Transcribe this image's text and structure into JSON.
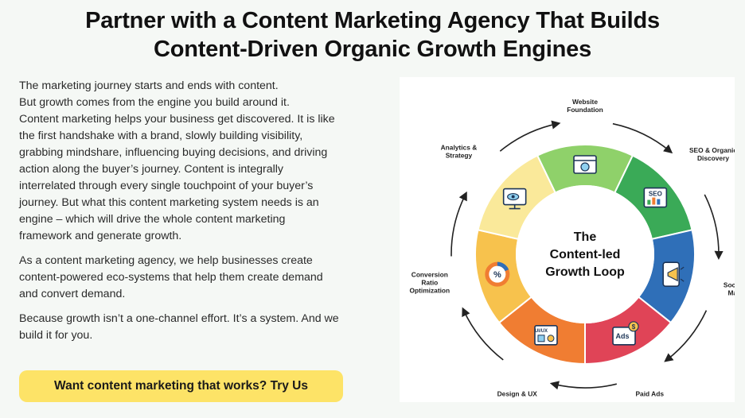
{
  "headline": {
    "line1": "Partner with a Content Marketing Agency That Builds",
    "line2": "Content-Driven Organic Growth Engines"
  },
  "intro": {
    "p1_lines": [
      "The marketing journey starts and ends with content.",
      "But growth comes from the engine you build around it.",
      "Content marketing helps your business get discovered. It is like",
      "the first handshake with a brand, slowly building visibility,",
      "grabbing mindshare, influencing buying decisions, and driving",
      "action along the buyer’s journey. Content is integrally",
      "interrelated through every single touchpoint of your buyer’s",
      "journey. But what this content marketing system needs is an",
      "engine – which will drive the whole content marketing",
      "framework and generate growth."
    ],
    "p2_lines": [
      "As a content marketing agency, we help businesses create",
      "content-powered eco-systems that help them create demand",
      "and convert demand."
    ],
    "p3_lines": [
      "Because growth isn’t a one-channel effort. It’s a system. And we",
      "build it for you."
    ]
  },
  "cta": {
    "label": "Want content marketing that works? Try Us"
  },
  "diagram": {
    "center_lines": [
      "The",
      "Content-led",
      "Growth Loop"
    ],
    "stages": [
      {
        "lines": [
          "Website",
          "Foundation"
        ],
        "color": "#8fd16a",
        "icon": "browser-icon"
      },
      {
        "lines": [
          "SEO & Organic",
          "Discovery"
        ],
        "color": "#3aaa57",
        "icon": "seo-icon"
      },
      {
        "lines": [
          "Social Media",
          "Marketing"
        ],
        "color": "#2f6fb8",
        "icon": "megaphone-icon"
      },
      {
        "lines": [
          "Paid Ads"
        ],
        "color": "#e04457",
        "icon": "ads-icon"
      },
      {
        "lines": [
          "Design & UX"
        ],
        "color": "#f07d32",
        "icon": "design-icon"
      },
      {
        "lines": [
          "Conversion",
          "Ratio",
          "Optimization"
        ],
        "color": "#f7c24d",
        "icon": "pie-chart-icon"
      },
      {
        "lines": [
          "Analytics &",
          "Strategy"
        ],
        "color": "#fae99a",
        "icon": "analytics-icon"
      }
    ],
    "seo_badge": "SEO",
    "ads_badge": "Ads",
    "uiux_badge": "UI/UX",
    "percent_glyph": "%",
    "dollar_glyph": "$"
  }
}
